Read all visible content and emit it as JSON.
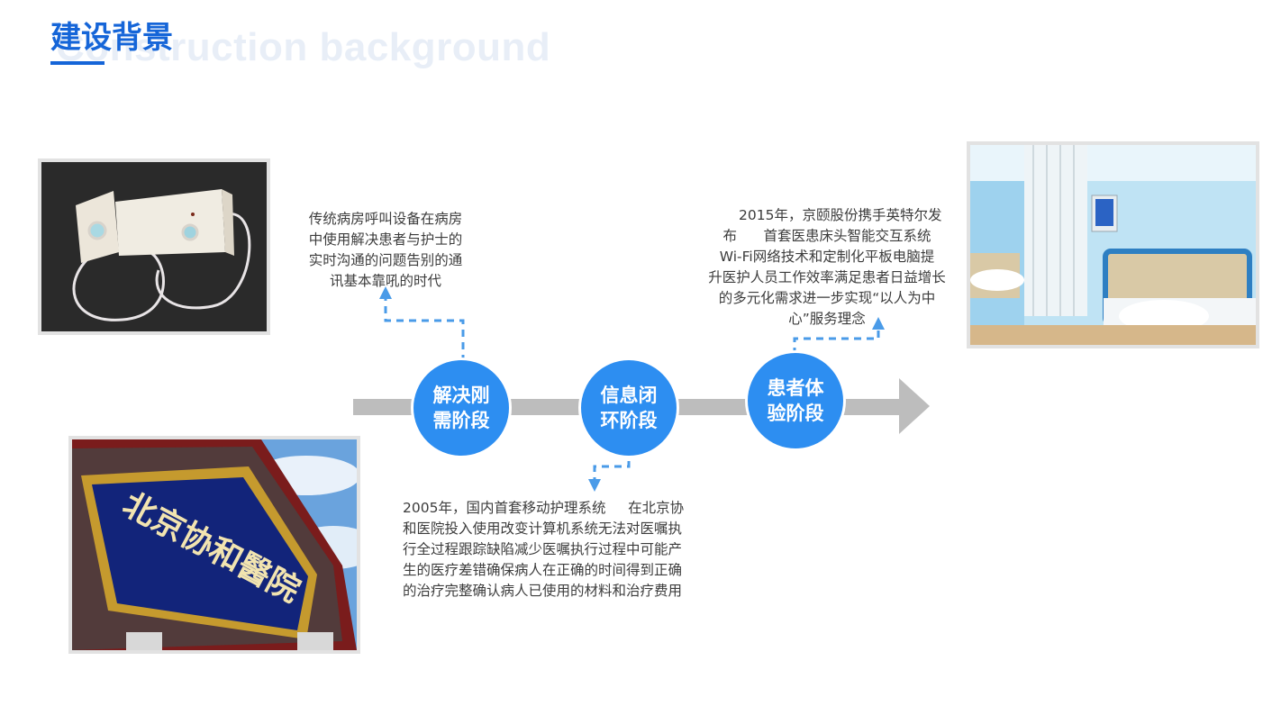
{
  "header": {
    "title_cn": "建设背景",
    "title_en": "Construction background"
  },
  "stages": [
    {
      "line1": "解决刚",
      "line2": "需阶段"
    },
    {
      "line1": "信息闭",
      "line2": "环阶段"
    },
    {
      "line1": "患者体",
      "line2": "验阶段"
    }
  ],
  "descriptions": {
    "stage1": "传统病房呼叫设备在病房\n中使用解决患者与护士的\n实时沟通的问题告别的通\n讯基本靠吼的时代",
    "stage2": "2005年，国内首套移动护理系统     在北京协\n和医院投入使用改变计算机系统无法对医嘱执\n行全过程跟踪缺陷减少医嘱执行过程中可能产\n生的医疗差错确保病人在正确的时间得到正确\n的治疗完整确认病人已使用的材料和治疗费用",
    "stage3": "      2015年，京颐股份携手英特尔发\n布      首套医患床头智能交互系统\nWi-Fi网络技术和定制化平板电脑提\n升医护人员工作效率满足患者日益增长\n的多元化需求进一步实现“以人为中\n心”服务理念"
  },
  "photos": {
    "gate_sign": "北京协和醫院"
  },
  "colors": {
    "accent": "#1565d8",
    "stage_fill": "#2d8ef1",
    "arrow": "#bdbdbd",
    "connector": "#4a9be8"
  }
}
